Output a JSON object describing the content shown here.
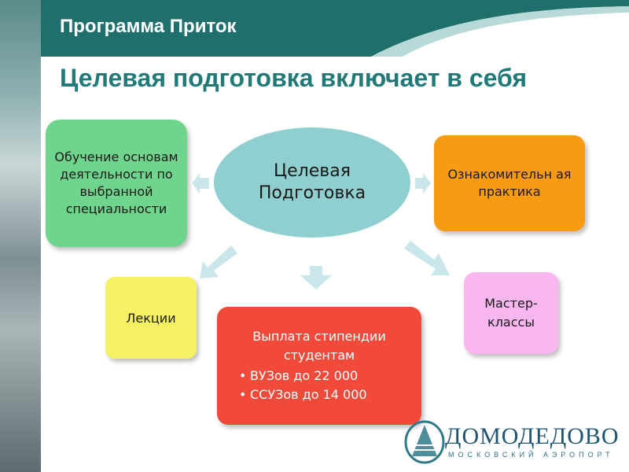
{
  "header": {
    "title": "Программа Приток"
  },
  "slide_title": "Целевая подготовка включает в себя",
  "center": {
    "line1": "Целевая",
    "line2": "Подготовка"
  },
  "boxes": {
    "training": "Обучение основам деятельности по выбранной специальности",
    "practice": "Ознакомительн ая практика",
    "lectures": "Лекции",
    "scholarship": {
      "title": "Выплата стипендии студентам",
      "items": [
        "ВУЗов до 22 000",
        "ССУЗов до 14 000"
      ]
    },
    "masterclasses": "Мастер-классы"
  },
  "logo": {
    "name": "ДОМОДЕДОВО",
    "subtitle": "МОСКОВСКИЙ АЭРОПОРТ"
  },
  "colors": {
    "header": "#1f6f6d",
    "center": "#8fcfcf",
    "training": "#6fd48c",
    "practice": "#f89a12",
    "lectures": "#f6f063",
    "scholarship": "#f24a3a",
    "masterclasses": "#f8b8ef"
  }
}
